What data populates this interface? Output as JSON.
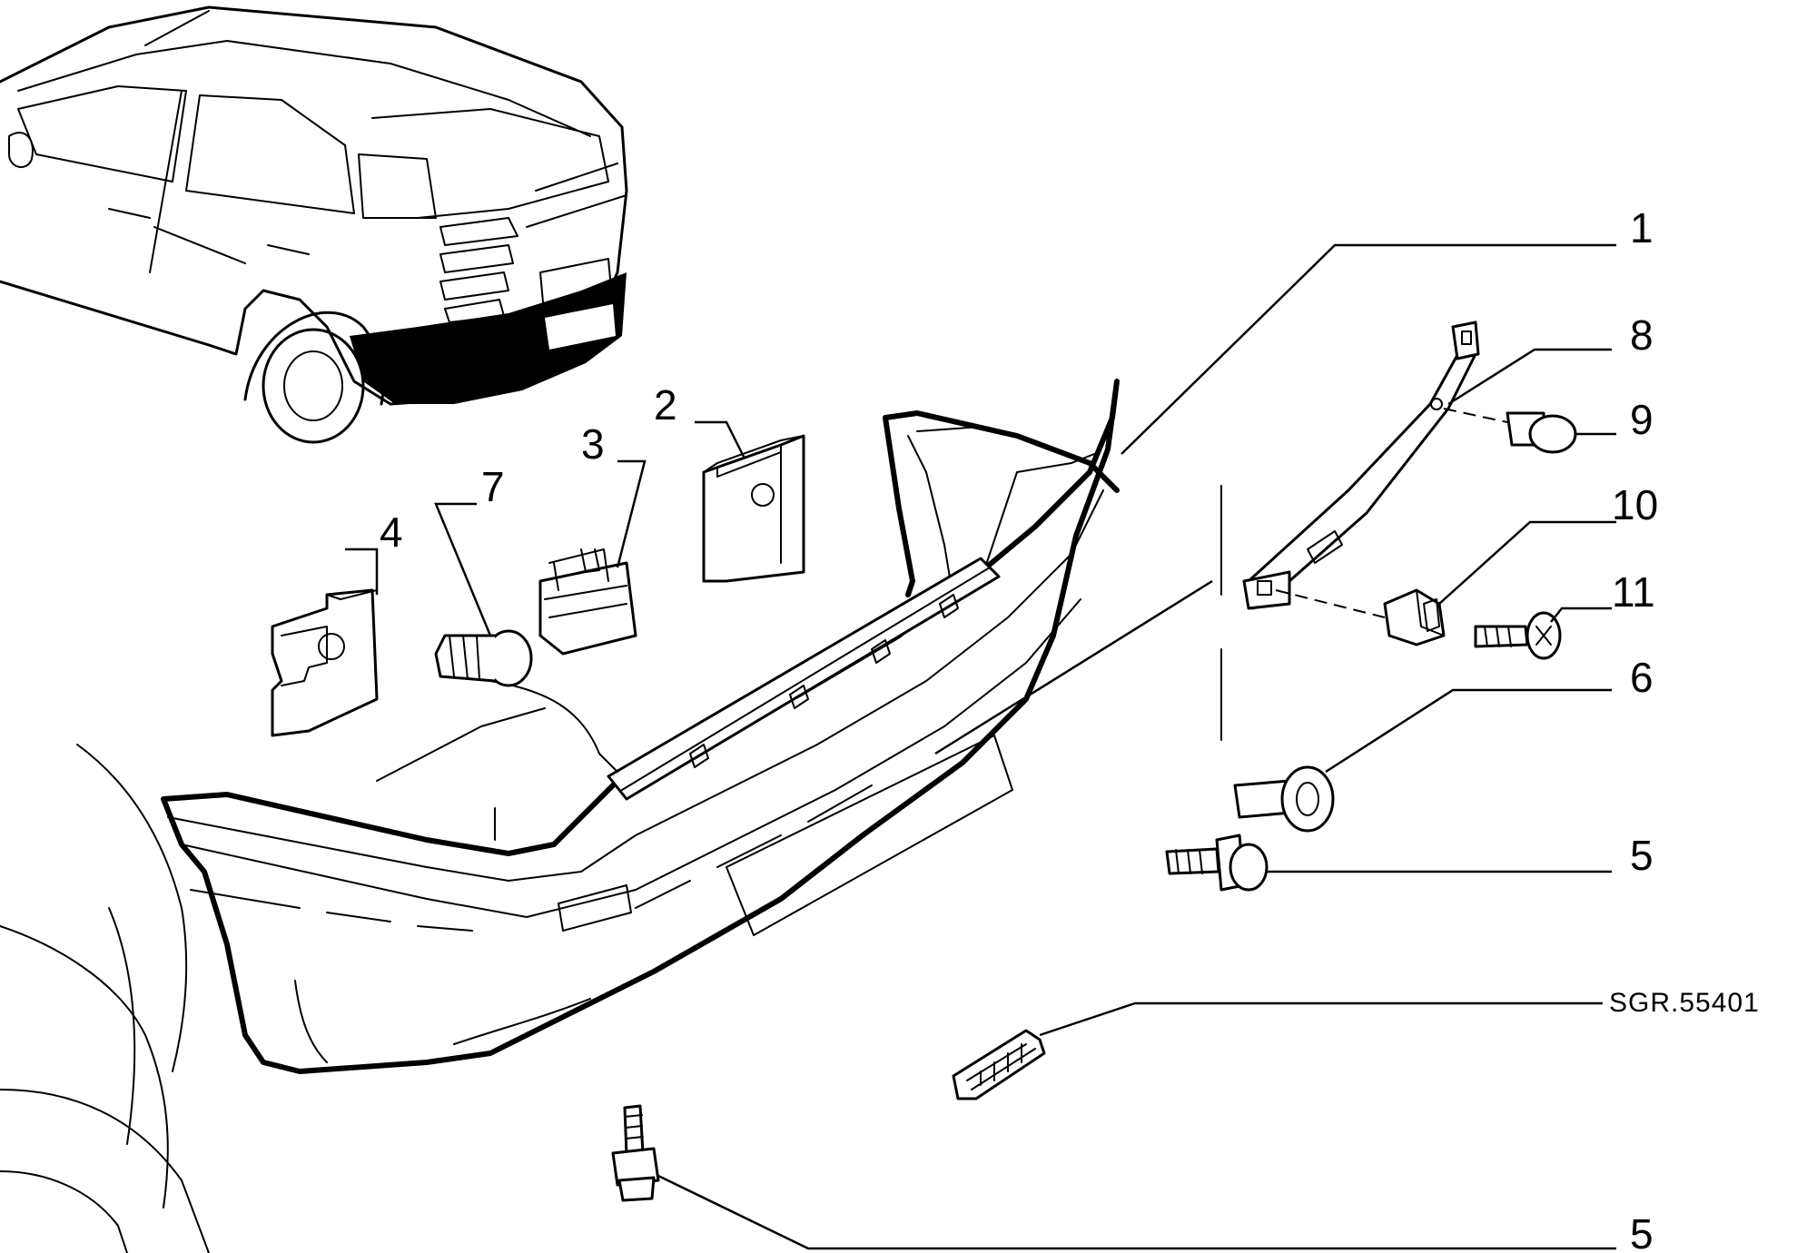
{
  "diagram": {
    "reference_code": "SGR.55401",
    "callouts": [
      {
        "id": "c1",
        "label": "1"
      },
      {
        "id": "c2",
        "label": "2"
      },
      {
        "id": "c3",
        "label": "3"
      },
      {
        "id": "c4",
        "label": "4"
      },
      {
        "id": "c5a",
        "label": "5"
      },
      {
        "id": "c5b",
        "label": "5"
      },
      {
        "id": "c6",
        "label": "6"
      },
      {
        "id": "c7",
        "label": "7"
      },
      {
        "id": "c8",
        "label": "8"
      },
      {
        "id": "c9",
        "label": "9"
      },
      {
        "id": "c10",
        "label": "10"
      },
      {
        "id": "c11",
        "label": "11"
      }
    ]
  }
}
